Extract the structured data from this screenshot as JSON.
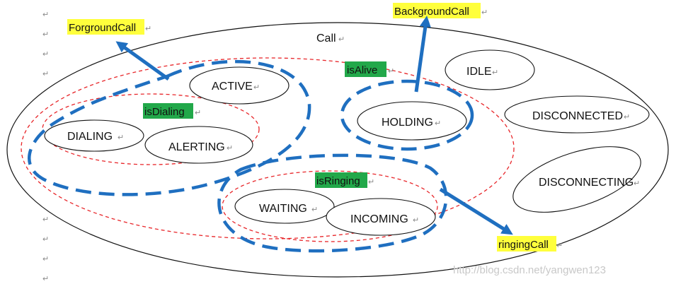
{
  "diagram": {
    "outer_label": "Call",
    "states": {
      "active": "ACTIVE",
      "dialing": "DIALING",
      "alerting": "ALERTING",
      "holding": "HOLDING",
      "idle": "IDLE",
      "disconnected": "DISCONNECTED",
      "disconnecting": "DISCONNECTING",
      "waiting": "WAITING",
      "incoming": "INCOMING"
    },
    "groups": {
      "is_dialing": "isDialing",
      "is_alive": "isAlive",
      "is_ringing": "isRinging"
    },
    "calls": {
      "foreground": "ForgroundCall",
      "background": "BackgroundCall",
      "ringing": "ringingCall"
    },
    "watermark": "http://blog.csdn.net/yangwen123",
    "paragraph_mark": "↵",
    "colors": {
      "dashed_red": "#e8262a",
      "dashed_blue": "#1f6fc0",
      "arrow_blue": "#1f6fc0",
      "highlight_yellow": "#ffff3c",
      "highlight_green": "#22a84a"
    }
  }
}
